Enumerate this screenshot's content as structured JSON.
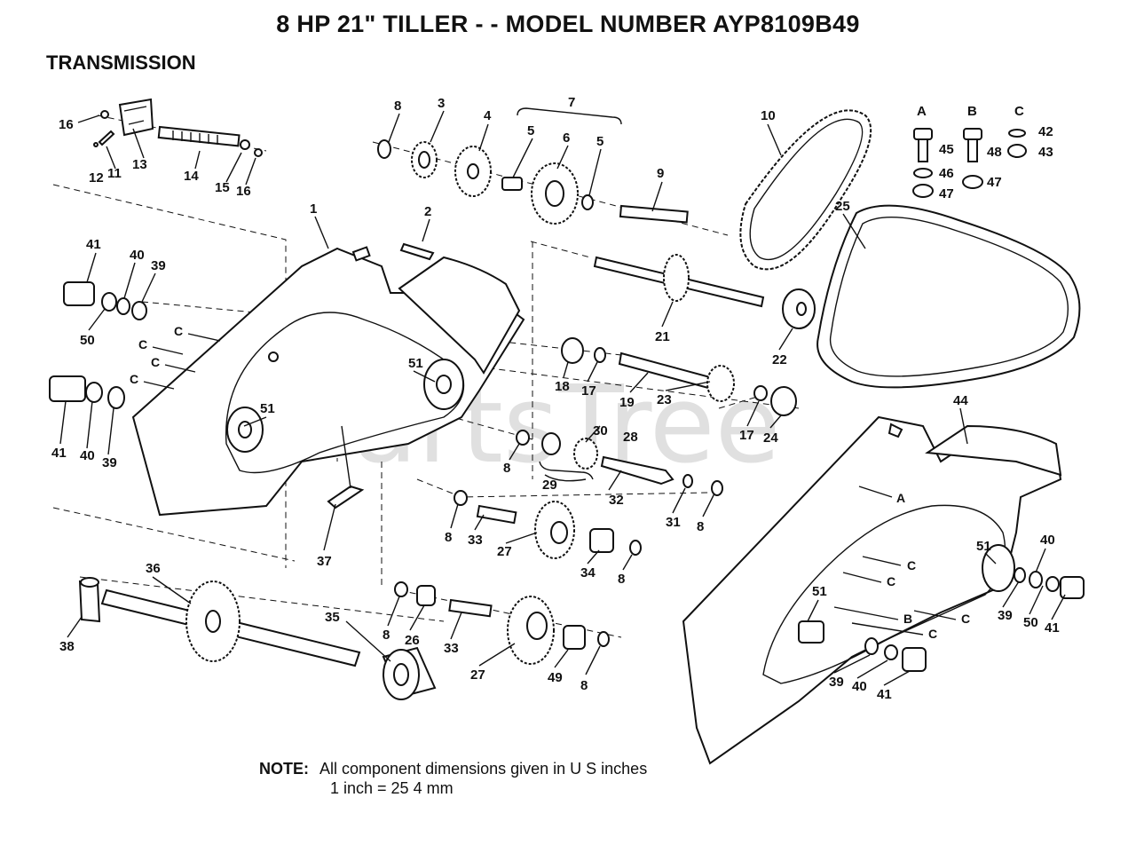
{
  "header": {
    "title": "8 HP 21\" TILLER - - MODEL NUMBER AYP8109B49",
    "section": "TRANSMISSION"
  },
  "watermark": "PartsTree",
  "note": {
    "label": "NOTE:",
    "line1": "All component dimensions given in U S  inches",
    "line2": "1 inch = 25 4 mm"
  },
  "hardware_kits": {
    "headers": [
      "A",
      "B",
      "C"
    ],
    "labels": [
      "45",
      "46",
      "47",
      "48",
      "47",
      "42",
      "43"
    ]
  },
  "callouts": {
    "c1": "16",
    "c2": "11",
    "c3": "13",
    "c4": "12",
    "c5": "14",
    "c6": "15",
    "c7": "16",
    "c8": "8",
    "c9": "3",
    "c10": "4",
    "c11": "7",
    "c12": "5",
    "c13": "6",
    "c14": "5",
    "c15": "9",
    "c16": "10",
    "c17": "1",
    "c18": "2",
    "c19": "41",
    "c20": "40",
    "c21": "39",
    "c22": "50",
    "c23": "C",
    "c24": "C",
    "c25": "C",
    "c26": "C",
    "c27": "51",
    "c28": "51",
    "c29": "41",
    "c30": "40",
    "c31": "39",
    "c32": "21",
    "c33": "22",
    "c34": "25",
    "c35": "18",
    "c36": "17",
    "c37": "19",
    "c38": "23",
    "c39": "17",
    "c40": "24",
    "c41": "30",
    "c42": "28",
    "c43": "8",
    "c44": "29",
    "c45": "32",
    "c46": "31",
    "c47": "8",
    "c48": "8",
    "c49": "33",
    "c50": "27",
    "c51": "34",
    "c52": "8",
    "c53": "37",
    "c54": "36",
    "c55": "38",
    "c56": "35",
    "c57": "8",
    "c58": "26",
    "c59": "33",
    "c60": "27",
    "c61": "49",
    "c62": "8",
    "c63": "44",
    "c64": "A",
    "c65": "51",
    "c66": "C",
    "c67": "C",
    "c68": "C",
    "c69": "B",
    "c70": "C",
    "c71": "51",
    "c72": "40",
    "c73": "39",
    "c74": "50",
    "c75": "41",
    "c76": "39",
    "c77": "40",
    "c78": "41"
  }
}
